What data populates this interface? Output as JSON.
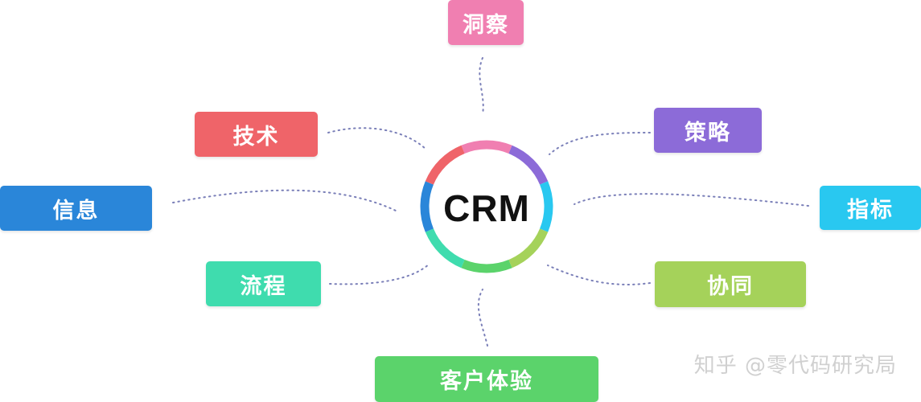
{
  "center": {
    "label": "CRM"
  },
  "nodes": [
    {
      "key": "insight",
      "label": "洞察",
      "color": "#f07fb1"
    },
    {
      "key": "strategy",
      "label": "策略",
      "color": "#8c6bd8"
    },
    {
      "key": "metrics",
      "label": "指标",
      "color": "#29c8f0"
    },
    {
      "key": "collab",
      "label": "协同",
      "color": "#a5d25a"
    },
    {
      "key": "cx",
      "label": "客户体验",
      "color": "#5bd36b"
    },
    {
      "key": "process",
      "label": "流程",
      "color": "#3fdcae"
    },
    {
      "key": "info",
      "label": "信息",
      "color": "#2a86d9"
    },
    {
      "key": "tech",
      "label": "技术",
      "color": "#ef6469"
    }
  ],
  "ring_colors": [
    "#f07fb1",
    "#8c6bd8",
    "#29c8f0",
    "#a5d25a",
    "#5bd36b",
    "#3fdcae",
    "#2a86d9",
    "#ef6469"
  ],
  "connector_color": "#7a7fb8",
  "watermark": "知乎 @零代码研究局"
}
